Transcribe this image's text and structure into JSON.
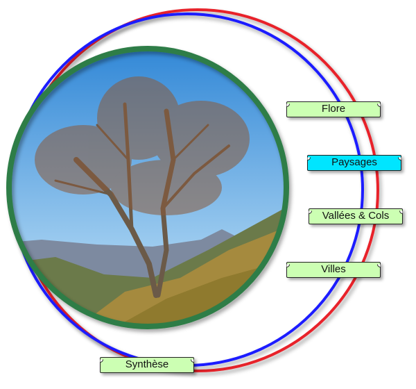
{
  "nav": {
    "items": [
      {
        "label": "Flore",
        "active": false
      },
      {
        "label": "Paysages",
        "active": true
      },
      {
        "label": "Vallées & Cols",
        "active": false
      },
      {
        "label": "Villes",
        "active": false
      },
      {
        "label": "Synthèse",
        "active": false
      }
    ]
  },
  "colors": {
    "ring_red": "#e8232a",
    "ring_blue": "#1a1aff",
    "frame_green": "#2e7d46",
    "label_bg": "#ccffb3",
    "label_active": "#00e5ff"
  }
}
